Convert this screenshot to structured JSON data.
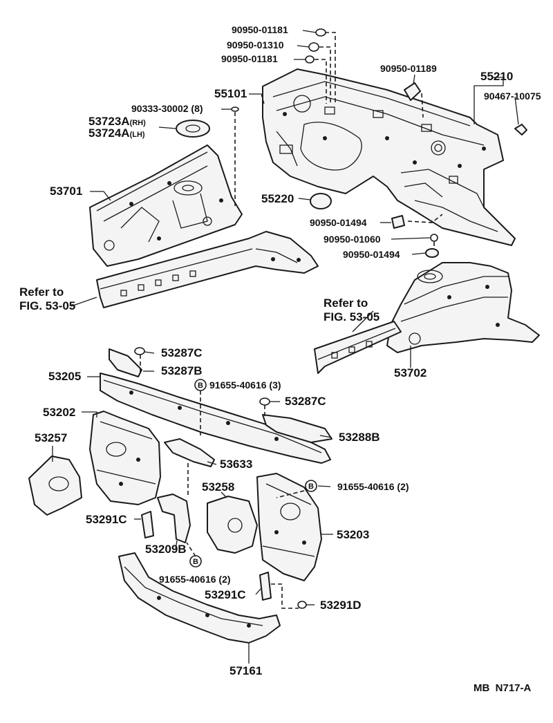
{
  "labels": {
    "p90950_01181_a": "90950-01181",
    "p90950_01310": "90950-01310",
    "p90950_01181_b": "90950-01181",
    "p90950_01189": "90950-01189",
    "p55210": "55210",
    "p90467_10075": "90467-10075",
    "p55101": "55101",
    "p90333_30002": "90333-30002 (8)",
    "p53723A": "53723A",
    "p53723A_sub": "(RH)",
    "p53724A": "53724A",
    "p53724A_sub": "(LH)",
    "p53701": "53701",
    "p55220": "55220",
    "p90950_01494_a": "90950-01494",
    "p90950_01060": "90950-01060",
    "p90950_01494_b": "90950-01494",
    "ref_left_1": "Refer to",
    "ref_left_2": "FIG. 53-05",
    "ref_right_1": "Refer to",
    "ref_right_2": "FIG. 53-05",
    "p53702": "53702",
    "p53287C_a": "53287C",
    "p53287B": "53287B",
    "p53205": "53205",
    "p91655_40616_3": "91655-40616 (3)",
    "p53287C_b": "53287C",
    "p53202": "53202",
    "p53288B": "53288B",
    "p53257": "53257",
    "p53633": "53633",
    "p53258": "53258",
    "p91655_40616_2a": "91655-40616 (2)",
    "p53291C_a": "53291C",
    "p53203": "53203",
    "p53209B": "53209B",
    "p91655_40616_2b": "91655-40616 (2)",
    "p53291C_b": "53291C",
    "p53291D": "53291D",
    "p57161": "57161",
    "bolt_mark": "B",
    "drawing_code": "MB  N717-A"
  }
}
